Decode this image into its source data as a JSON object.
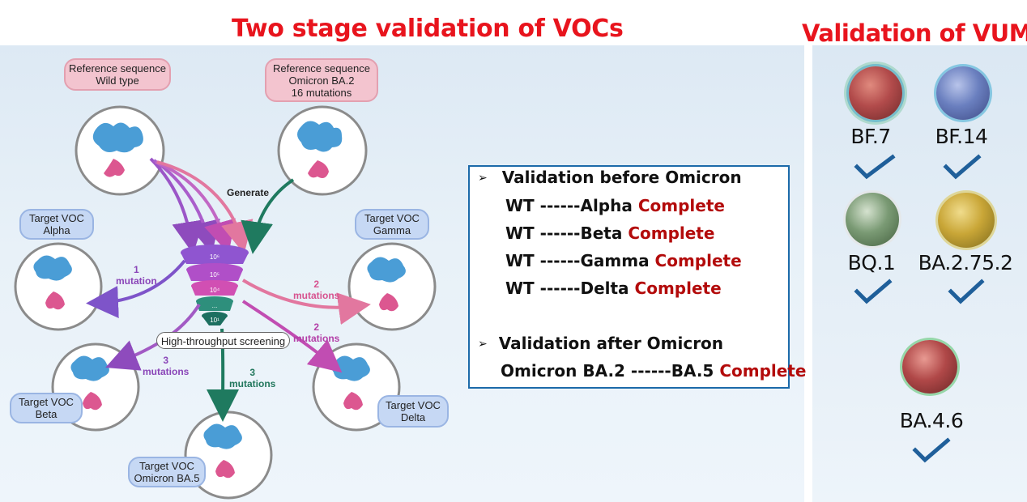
{
  "titles": {
    "main": "Two stage validation of VOCs",
    "vums": "Validation of VUMs"
  },
  "references": [
    {
      "line1": "Reference sequence",
      "line2": "Wild type",
      "line3": ""
    },
    {
      "line1": "Reference sequence",
      "line2": "Omicron BA.2",
      "line3": "16 mutations"
    }
  ],
  "targets": {
    "alpha": {
      "line1": "Target VOC",
      "line2": "Alpha"
    },
    "gamma": {
      "line1": "Target VOC",
      "line2": "Gamma"
    },
    "beta": {
      "line1": "Target VOC",
      "line2": "Beta"
    },
    "delta": {
      "line1": "Target VOC",
      "line2": "Delta"
    },
    "ba5": {
      "line1": "Target VOC",
      "line2": "Omicron BA.5"
    }
  },
  "arrows": {
    "generate": "Generate",
    "alpha_count": "1",
    "alpha_unit": "mutation",
    "gamma_count": "2",
    "gamma_unit": "mutations",
    "delta_count": "2",
    "delta_unit": "mutations",
    "beta_count": "3",
    "beta_unit": "mutations",
    "ba5_count": "3",
    "ba5_unit": "mutations"
  },
  "funnel": {
    "levels": [
      "10⁶",
      "10⁵",
      "10⁴",
      "...",
      "10¹"
    ],
    "screening_label": "High-throughput screening"
  },
  "validation": {
    "before_title": "Validation before Omicron",
    "before_rows": [
      {
        "text": "WT ------Alpha",
        "status": "Complete"
      },
      {
        "text": "WT ------Beta",
        "status": "Complete"
      },
      {
        "text": "WT ------Gamma",
        "status": "Complete"
      },
      {
        "text": "WT ------Delta",
        "status": "Complete"
      }
    ],
    "after_title": "Validation after Omicron",
    "after_rows": [
      {
        "text": "Omicron BA.2 ------BA.5",
        "status": "Complete"
      }
    ],
    "bullet_glyph": "➢"
  },
  "vums": [
    {
      "label": "BF.7",
      "color": "#b24b4b"
    },
    {
      "label": "BF.14",
      "color": "#6a7fbf"
    },
    {
      "label": "BQ.1",
      "color": "#7a9a74"
    },
    {
      "label": "BA.2.75.2",
      "color": "#c9a637"
    },
    {
      "label": "BA.4.6",
      "color": "#b04848"
    }
  ],
  "colors": {
    "title_red": "#e8141d",
    "complete_red": "#b30b0b",
    "box_border": "#1c6aa9",
    "check_blue": "#1f5f9a"
  }
}
